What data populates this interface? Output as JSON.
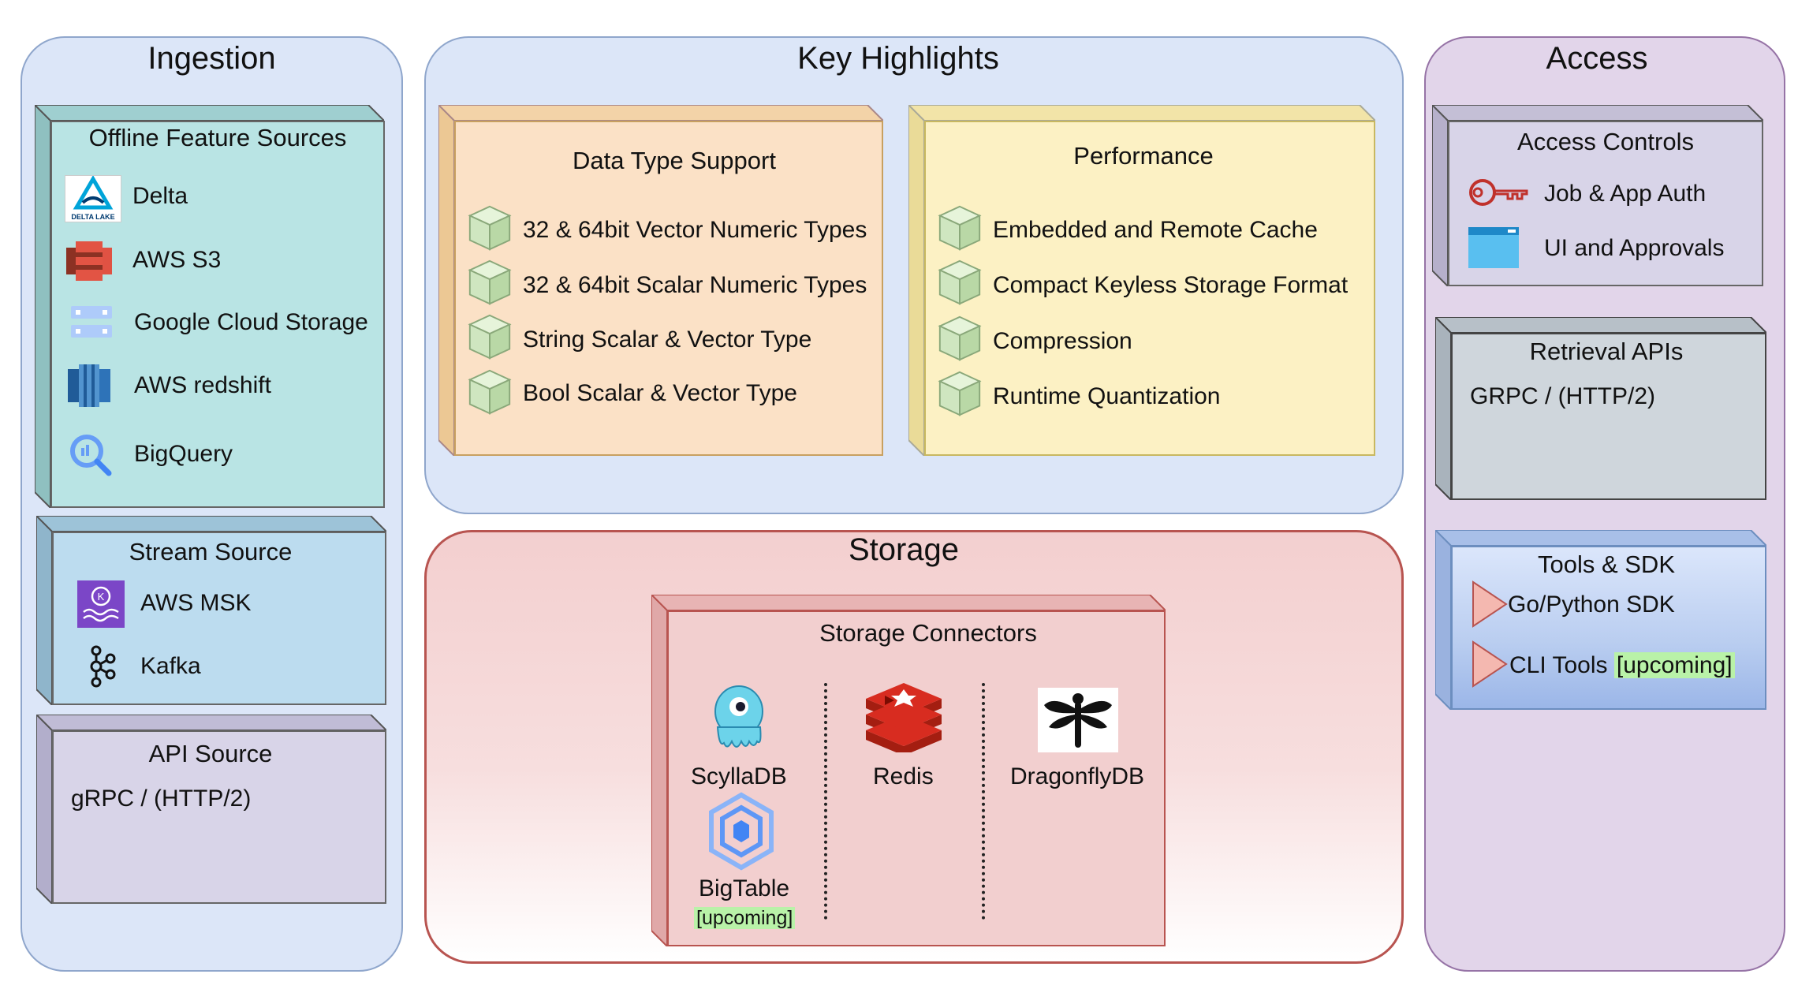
{
  "ingestion": {
    "title": "Ingestion",
    "offline": {
      "title": "Offline Feature Sources",
      "items": [
        {
          "label": "Delta",
          "icon": "delta-lake-icon",
          "icon_text": "DELTA LAKE"
        },
        {
          "label": "AWS S3",
          "icon": "aws-s3-icon"
        },
        {
          "label": "Google Cloud Storage",
          "icon": "google-cloud-storage-icon"
        },
        {
          "label": "AWS redshift",
          "icon": "aws-redshift-icon"
        },
        {
          "label": "BigQuery",
          "icon": "bigquery-icon"
        }
      ]
    },
    "stream": {
      "title": "Stream Source",
      "items": [
        {
          "label": "AWS MSK",
          "icon": "aws-msk-icon"
        },
        {
          "label": "Kafka",
          "icon": "kafka-icon"
        }
      ]
    },
    "api": {
      "title": "API Source",
      "text": "gRPC / (HTTP/2)"
    }
  },
  "highlights": {
    "title": "Key Highlights",
    "data_types": {
      "title": "Data Type Support",
      "items": [
        "32 & 64bit Vector Numeric Types",
        "32 & 64bit Scalar Numeric Types",
        "String Scalar & Vector Type",
        "Bool Scalar & Vector Type"
      ]
    },
    "performance": {
      "title": "Performance",
      "items": [
        "Embedded and Remote Cache",
        "Compact Keyless Storage Format",
        "Compression",
        "Runtime Quantization"
      ]
    }
  },
  "storage": {
    "title": "Storage",
    "connectors": {
      "title": "Storage Connectors",
      "scylla": "ScyllaDB",
      "bigtable": "BigTable",
      "bigtable_tag": "[upcoming]",
      "redis": "Redis",
      "dragonfly": "DragonflyDB"
    }
  },
  "access": {
    "title": "Access",
    "controls": {
      "title": "Access Controls",
      "items": [
        {
          "label": "Job & App Auth",
          "icon": "key-icon"
        },
        {
          "label": "UI and Approvals",
          "icon": "browser-window-icon"
        }
      ]
    },
    "retrieval": {
      "title": "Retrieval APIs",
      "text": "GRPC / (HTTP/2)"
    },
    "tools": {
      "title": "Tools & SDK",
      "sdk": "Go/Python SDK",
      "cli": "CLI Tools",
      "cli_tag": "[upcoming]"
    }
  },
  "colors": {
    "panel_blue": "#dce6f8",
    "teal_box": "#b9e4e4",
    "light_blue_box": "#bcdcef",
    "purple_box": "#d8d4e8",
    "orange_box": "#fbe1c6",
    "yellow_box": "#fcf1c4",
    "storage_red": "#f2cfcf",
    "access_purple": "#e2d5ea",
    "retrieval_gray": "#cfd6dc",
    "tools_blue": "#b9cdf0",
    "upcoming_green": "#b9f2a8"
  }
}
